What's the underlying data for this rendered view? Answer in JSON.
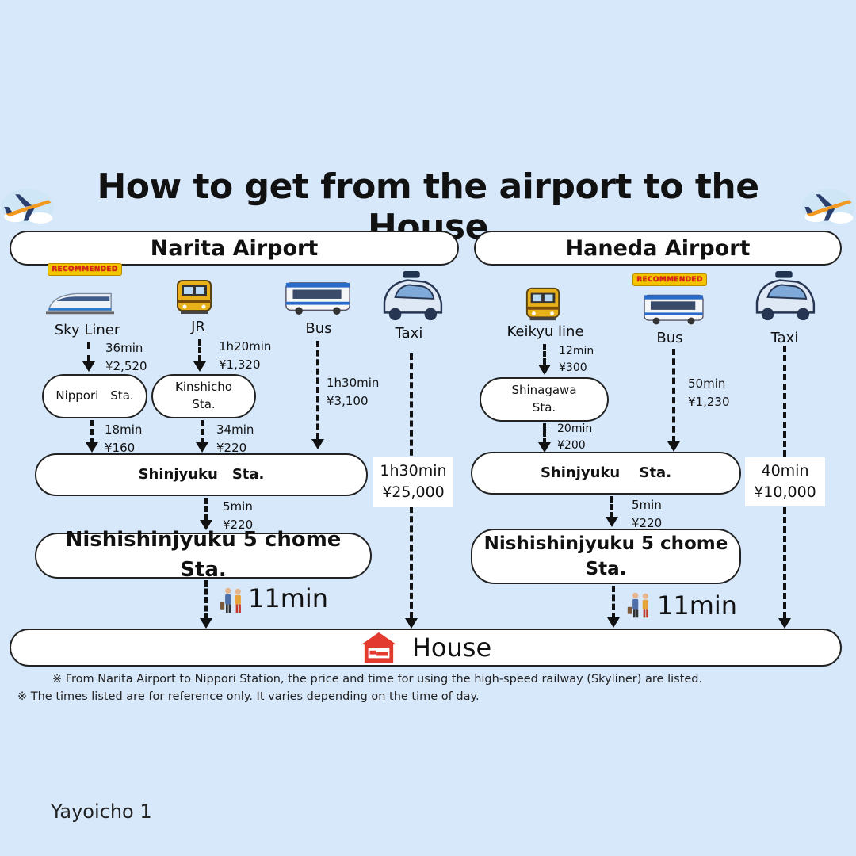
{
  "title": "How to get from the airport to the House",
  "narita": {
    "header": "Narita Airport",
    "modes": {
      "skyliner": "Sky Liner",
      "jr": "JR",
      "bus": "Bus",
      "taxi": "Taxi"
    },
    "recommended": "RECOMMENDED",
    "skyliner_leg1": {
      "time": "36min",
      "price": "¥2,520"
    },
    "jr_leg1": {
      "time": "1h20min",
      "price": "¥1,320"
    },
    "bus_leg": {
      "time": "1h30min",
      "price": "¥3,100"
    },
    "nippori": "Nippori　Sta.",
    "kinshicho_1": "Kinshicho",
    "kinshicho_2": "Sta.",
    "skyliner_leg2": {
      "time": "18min",
      "price": "¥160"
    },
    "jr_leg2": {
      "time": "34min",
      "price": "¥220"
    },
    "shinjuku": "Shinjyuku　Sta.",
    "taxi": {
      "time": "1h30min",
      "price": "¥25,000"
    },
    "leg3": {
      "time": "5min",
      "price": "¥220"
    },
    "nishi": "Nishishinjyuku 5 chome　Sta.",
    "walk": "11min"
  },
  "haneda": {
    "header": "Haneda Airport",
    "modes": {
      "keikyu": "Keikyu line",
      "bus": "Bus",
      "taxi": "Taxi"
    },
    "recommended": "RECOMMENDED",
    "keikyu_leg1": {
      "time": "12min",
      "price": "¥300"
    },
    "shinagawa_1": "Shinagawa",
    "shinagawa_2": "Sta.",
    "keikyu_leg2": {
      "time": "20min",
      "price": "¥200"
    },
    "bus_leg": {
      "time": "50min",
      "price": "¥1,230"
    },
    "shinjuku": "Shinjyuku　 Sta.",
    "taxi": {
      "time": "40min",
      "price": "¥10,000"
    },
    "leg3": {
      "time": "5min",
      "price": "¥220"
    },
    "nishi_1": "Nishishinjyuku 5 chome",
    "nishi_2": "Sta.",
    "walk": "11min"
  },
  "house": "House",
  "notes": [
    "※ From Narita Airport to Nippori Station, the price and time for using the high-speed railway (Skyliner) are listed.",
    "※ The times listed are for reference only. It varies depending on the time of day."
  ],
  "footer": "Yayoicho 1"
}
